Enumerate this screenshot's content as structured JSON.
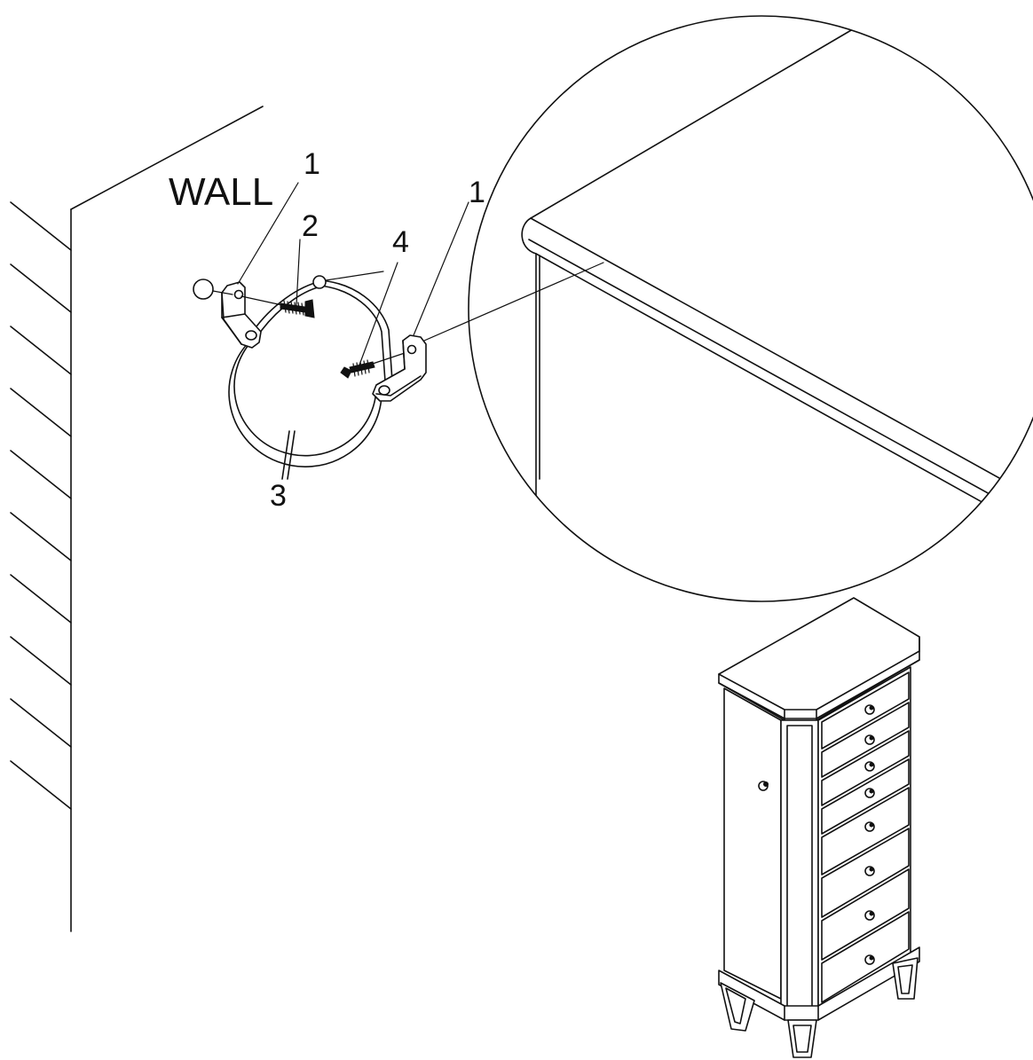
{
  "labels": {
    "wall": "WALL",
    "part_bracket_left": "1",
    "part_screw": "2",
    "part_strap": "3",
    "part_screw_right": "4",
    "part_bracket_right": "1"
  },
  "colors": {
    "line": "#111111",
    "background": "#ffffff"
  }
}
